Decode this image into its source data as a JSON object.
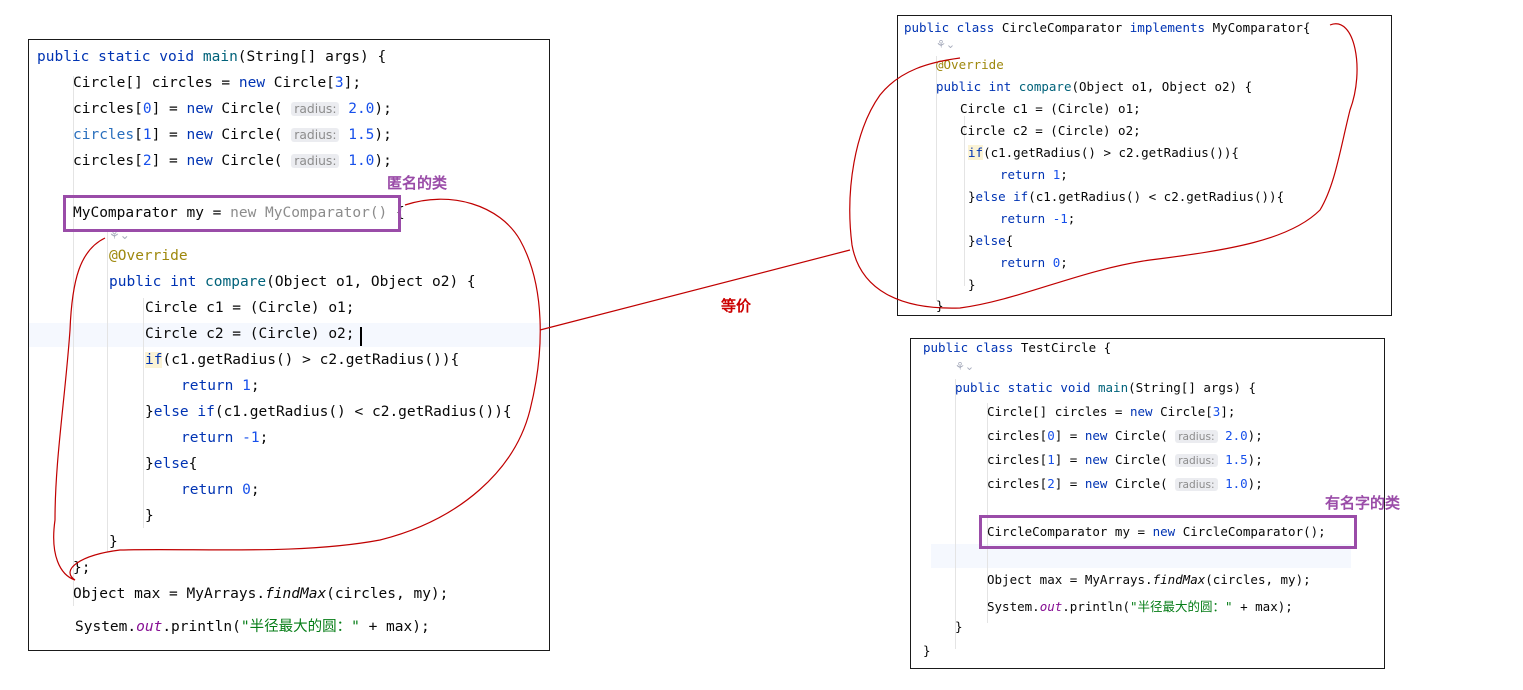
{
  "labels": {
    "anonymous": "匿名的类",
    "equivalent": "等价",
    "named": "有名字的类"
  },
  "colors": {
    "box_border": "#9a4ca8",
    "label_purple": "#9a4ca8",
    "label_red": "#cc0000",
    "scribble": "#c00000"
  },
  "left": {
    "l1": [
      "public static void ",
      "main",
      "(String[] args) {"
    ],
    "l2": [
      "Circle[] circles = ",
      "new ",
      "Circle[",
      "3",
      "];"
    ],
    "l3": [
      "circles[",
      "0",
      "] = ",
      "new ",
      "Circle( ",
      "radius:",
      " ",
      "2.0",
      ");"
    ],
    "l4": [
      "circles",
      "[",
      "1",
      "] = ",
      "new ",
      "Circle( ",
      "radius:",
      " ",
      "1.5",
      ");"
    ],
    "l5": [
      "circles[",
      "2",
      "] = ",
      "new ",
      "Circle( ",
      "radius:",
      " ",
      "1.0",
      ");"
    ],
    "l6": [
      "MyComparator my = ",
      "new MyComparator()",
      " {"
    ],
    "l7": "@Override",
    "l8": [
      "public int ",
      "compare",
      "(Object o1, Object o2) {"
    ],
    "l9": "Circle c1 = (Circle) o1;",
    "l10": "Circle c2 = (Circle) o2;",
    "l11": [
      "if",
      "(c1.getRadius() > c2.getRadius()){"
    ],
    "l12": [
      "return ",
      "1",
      ";"
    ],
    "l13": [
      "}",
      "else if",
      "(c1.getRadius() < c2.getRadius()){"
    ],
    "l14": [
      "return ",
      "-1",
      ";"
    ],
    "l15": [
      "}",
      "else",
      "{"
    ],
    "l16": [
      "return ",
      "0",
      ";"
    ],
    "l17": "}",
    "l18": "}",
    "l19": "};",
    "l20": [
      "Object max = MyArrays.",
      "findMax",
      "(circles, my);"
    ],
    "l21": [
      "System.",
      "out",
      ".println(",
      "\"半径最大的圆：\"",
      " + max);"
    ]
  },
  "topright": {
    "l1": [
      "public class ",
      "CircleComparator ",
      "implements ",
      "MyComparator{"
    ],
    "l2": "@Override",
    "l3": [
      "public int ",
      "compare",
      "(Object o1, Object o2) {"
    ],
    "l4": "Circle c1 = (Circle) o1;",
    "l5": "Circle c2 = (Circle) o2;",
    "l6": [
      "if",
      "(c1.getRadius() > c2.getRadius()){"
    ],
    "l7": [
      "return ",
      "1",
      ";"
    ],
    "l8": [
      "}",
      "else if",
      "(c1.getRadius() < c2.getRadius()){"
    ],
    "l9": [
      "return ",
      "-1",
      ";"
    ],
    "l10": [
      "}",
      "else",
      "{"
    ],
    "l11": [
      "return ",
      "0",
      ";"
    ],
    "l12": "}",
    "l13": "}"
  },
  "bottomright": {
    "l1": [
      "public class ",
      "TestCircle {"
    ],
    "l2": [
      "public static void ",
      "main",
      "(String[] args) {"
    ],
    "l3": [
      "Circle[] circles = ",
      "new ",
      "Circle[",
      "3",
      "];"
    ],
    "l4": [
      "circles[",
      "0",
      "] = ",
      "new ",
      "Circle( ",
      "radius:",
      " ",
      "2.0",
      ");"
    ],
    "l5": [
      "circles[",
      "1",
      "] = ",
      "new ",
      "Circle( ",
      "radius:",
      " ",
      "1.5",
      ");"
    ],
    "l6": [
      "circles[",
      "2",
      "] = ",
      "new ",
      "Circle( ",
      "radius:",
      " ",
      "1.0",
      ");"
    ],
    "l7": [
      "CircleComparator my = ",
      "new ",
      "CircleComparator();"
    ],
    "l8": [
      "Object max = MyArrays.",
      "findMax",
      "(circles, my);"
    ],
    "l9": [
      "System.",
      "out",
      ".println(",
      "\"半径最大的圆：\"",
      " + max);"
    ],
    "l10": "}",
    "l11": "}"
  }
}
